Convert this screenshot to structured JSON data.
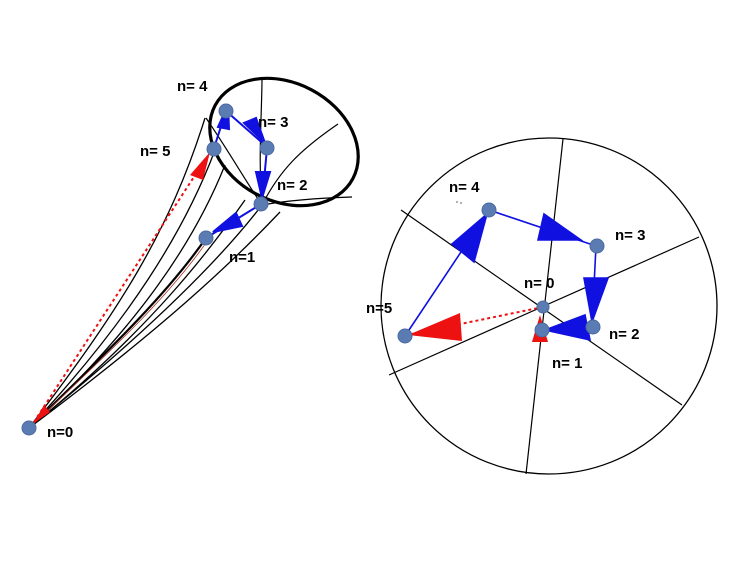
{
  "left_diagram": {
    "labels": {
      "n0": "n=0",
      "n1": "n=1",
      "n2": "n= 2",
      "n3": "n= 3",
      "n4": "n= 4",
      "n5": "n= 5"
    }
  },
  "right_diagram": {
    "labels": {
      "n0": "n= 0",
      "n1": "n= 1",
      "n2": "n= 2",
      "n3": "n= 3",
      "n4": "n= 4",
      "n5": "n=5"
    }
  },
  "colors": {
    "point": "#5b7bb3",
    "step_arrow": "#1010e0",
    "resultant_arrow": "#ee1111",
    "outline": "#000000"
  }
}
